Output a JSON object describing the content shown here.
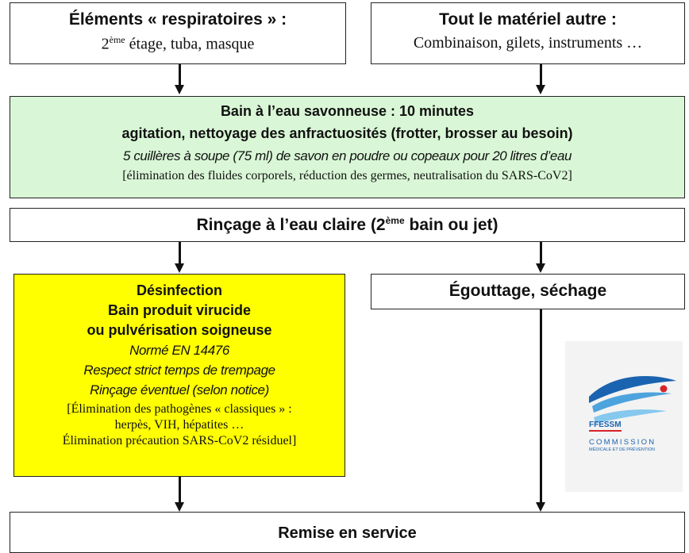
{
  "box_respiratory": {
    "title": "Éléments « respiratoires » :",
    "sub_sup": "ème",
    "sub_prefix": "2",
    "sub_rest": " étage, tuba, masque"
  },
  "box_other": {
    "title": "Tout le matériel autre :",
    "sub": "Combinaison, gilets, instruments …"
  },
  "box_soap": {
    "line1": "Bain à l’eau savonneuse : 10 minutes",
    "line2": "agitation, nettoyage des anfractuosités (frotter, brosser au besoin)",
    "line3": "5 cuillères à soupe (75 ml) de savon en poudre ou copeaux pour 20 litres d’eau",
    "line4": "[élimination des fluides corporels, réduction des germes, neutralisation du SARS-CoV2]"
  },
  "box_rinse": {
    "prefix": "Rinçage à l’eau claire (2",
    "sup": "ème",
    "suffix": " bain ou jet)"
  },
  "box_disinfect": {
    "line1": "Désinfection",
    "line2": "Bain produit virucide",
    "line3": "ou pulvérisation soigneuse",
    "line4": "Normé EN 14476",
    "line5": "Respect strict temps de trempage",
    "line6": "Rinçage éventuel (selon notice)",
    "line7": "[Élimination des pathogènes « classiques » :",
    "line8": "herpès, VIH, hépatites …",
    "line9": "Élimination précaution SARS-CoV2 résiduel]"
  },
  "box_drain": {
    "label": "Égouttage, séchage"
  },
  "box_service": {
    "label": "Remise en service"
  },
  "logo": {
    "brand": "FFESSM",
    "line1": "COMMISSION",
    "line2": "MÉDICALE ET DE PRÉVENTION",
    "colors": {
      "blue": "#1a63b0",
      "red": "#d8232a"
    }
  },
  "colors": {
    "soap_bg": "#d9f7d6",
    "disinfect_bg": "#ffff00",
    "border": "#222222"
  }
}
